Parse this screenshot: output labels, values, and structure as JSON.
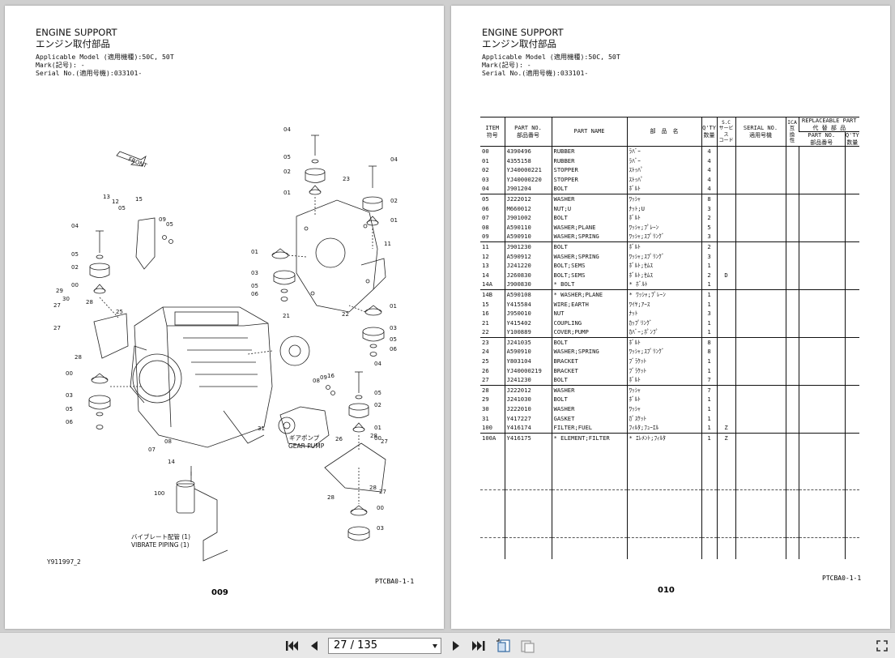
{
  "left_page": {
    "title_en": "ENGINE SUPPORT",
    "title_jp": "エンジン取付部品",
    "model": "Applicable Model (適用機種):50C, 50T",
    "mark": "Mark(記号): -",
    "serial": "Serial No.(適用号機):033101-",
    "front_label": "FRONT",
    "callouts": [
      "04",
      "05",
      "02",
      "01",
      "23",
      "04",
      "02",
      "01",
      "11",
      "13",
      "12",
      "05",
      "15",
      "09",
      "05",
      "04",
      "05",
      "02",
      "00",
      "29",
      "30",
      "27",
      "27",
      "28",
      "28",
      "25",
      "01",
      "03",
      "05",
      "06",
      "21",
      "01",
      "03",
      "05",
      "06",
      "22",
      "00",
      "03",
      "05",
      "06",
      "07",
      "08",
      "04",
      "16",
      "08",
      "09",
      "05",
      "02",
      "01",
      "00",
      "31",
      "26",
      "28",
      "27",
      "28",
      "27",
      "14",
      "100",
      "28",
      "00",
      "03"
    ],
    "gear_pump_jp": "ギアポンプ",
    "gear_pump_en": "GEAR PUMP",
    "vibrate_jp": "バイブレート配管 (1)",
    "vibrate_en": "VIBRATE PIPING (1)",
    "figure_id": "Y911997_2",
    "code": "PTCBA0-1-1",
    "page_number": "009"
  },
  "right_page": {
    "title_en": "ENGINE SUPPORT",
    "title_jp": "エンジン取付部品",
    "model": "Applicable Model (適用機種):50C, 50T",
    "mark": "Mark(記号): -",
    "serial": "Serial No.(適用号機):033101-",
    "columns": {
      "item": "ITEM",
      "item_jp": "符号",
      "part_no": "PART NO.",
      "part_no_jp": "部品番号",
      "part_name": "PART NAME",
      "name_jp": "部　品　名",
      "qty": "Q'TY",
      "qty_jp": "数量",
      "sc1": "S.C",
      "sc2": "サービス",
      "sc3": "コード",
      "serial": "SERIAL NO.",
      "serial_jp": "適用号機",
      "ica1": "ICA",
      "ica2": "互",
      "ica3": "換",
      "ica4": "性",
      "repl": "REPLACEABLE PART",
      "repl_jp": "代 替 部 品",
      "repl_pn": "PART NO.",
      "repl_pn_jp": "部品番号",
      "repl_qty": "Q'TY",
      "repl_qty_jp": "数量"
    },
    "groups": [
      [
        [
          "00",
          "4390496",
          "RUBBER",
          "ﾗﾊﾞｰ",
          "4",
          ""
        ],
        [
          "01",
          "4355158",
          "RUBBER",
          "ﾗﾊﾞｰ",
          "4",
          ""
        ],
        [
          "02",
          "YJ40000221",
          "STOPPER",
          "ｽﾄｯﾊﾟ",
          "4",
          ""
        ],
        [
          "03",
          "YJ40000220",
          "STOPPER",
          "ｽﾄｯﾊﾟ",
          "4",
          ""
        ],
        [
          "04",
          "J901204",
          "BOLT",
          "ﾎﾞﾙﾄ",
          "4",
          ""
        ]
      ],
      [
        [
          "05",
          "J222012",
          "WASHER",
          "ﾜｯｼｬ",
          "8",
          ""
        ],
        [
          "06",
          "M660012",
          "NUT;U",
          "ﾅｯﾄ;U",
          "3",
          ""
        ],
        [
          "07",
          "J901002",
          "BOLT",
          "ﾎﾞﾙﾄ",
          "2",
          ""
        ],
        [
          "08",
          "A590110",
          "WASHER;PLANE",
          "ﾜｯｼｬ;ﾌﾟﾚｰﾝ",
          "5",
          ""
        ],
        [
          "09",
          "A590910",
          "WASHER;SPRING",
          "ﾜｯｼｬ;ｽﾌﾟﾘﾝｸﾞ",
          "3",
          ""
        ]
      ],
      [
        [
          "11",
          "J901230",
          "BOLT",
          "ﾎﾞﾙﾄ",
          "2",
          ""
        ],
        [
          "12",
          "A590912",
          "WASHER;SPRING",
          "ﾜｯｼｬ;ｽﾌﾟﾘﾝｸﾞ",
          "3",
          ""
        ],
        [
          "13",
          "J241220",
          "BOLT;SEMS",
          "ﾎﾞﾙﾄ;ｾﾑｽ",
          "1",
          ""
        ],
        [
          "14",
          "J260830",
          "BOLT;SEMS",
          "ﾎﾞﾙﾄ;ｾﾑｽ",
          "2",
          "D"
        ],
        [
          "14A",
          "J900830",
          "* BOLT",
          "* ﾎﾞﾙﾄ",
          "1",
          ""
        ]
      ],
      [
        [
          "14B",
          "A590108",
          "* WASHER;PLANE",
          "* ﾜｯｼｬ;ﾌﾟﾚｰﾝ",
          "1",
          ""
        ],
        [
          "15",
          "Y415584",
          "WIRE;EARTH",
          "ﾜｲﾔ;ｱｰｽ",
          "1",
          ""
        ],
        [
          "16",
          "J950010",
          "NUT",
          "ﾅｯﾄ",
          "3",
          ""
        ],
        [
          "21",
          "Y415402",
          "COUPLING",
          "ｶｯﾌﾟﾘﾝｸﾞ",
          "1",
          ""
        ],
        [
          "22",
          "Y100889",
          "COVER;PUMP",
          "ｶﾊﾞｰ;ﾎﾟﾝﾌﾟ",
          "1",
          ""
        ]
      ],
      [
        [
          "23",
          "J241035",
          "BOLT",
          "ﾎﾞﾙﾄ",
          "8",
          ""
        ],
        [
          "24",
          "A590910",
          "WASHER;SPRING",
          "ﾜｯｼｬ;ｽﾌﾟﾘﾝｸﾞ",
          "8",
          ""
        ],
        [
          "25",
          "Y803104",
          "BRACKET",
          "ﾌﾞﾗｹｯﾄ",
          "1",
          ""
        ],
        [
          "26",
          "YJ40000219",
          "BRACKET",
          "ﾌﾞﾗｹｯﾄ",
          "1",
          ""
        ],
        [
          "27",
          "J241230",
          "BOLT",
          "ﾎﾞﾙﾄ",
          "7",
          ""
        ]
      ],
      [
        [
          "28",
          "J222012",
          "WASHER",
          "ﾜｯｼｬ",
          "7",
          ""
        ],
        [
          "29",
          "J241030",
          "BOLT",
          "ﾎﾞﾙﾄ",
          "1",
          ""
        ],
        [
          "30",
          "J222010",
          "WASHER",
          "ﾜｯｼｬ",
          "1",
          ""
        ],
        [
          "31",
          "Y417227",
          "GASKET",
          "ｶﾞｽｹｯﾄ",
          "1",
          ""
        ],
        [
          "100",
          "Y416174",
          "FILTER;FUEL",
          "ﾌｨﾙﾀ;ﾌｭｰｴﾙ",
          "1",
          "Z"
        ]
      ],
      [
        [
          "100A",
          "Y416175",
          "* ELEMENT;FILTER",
          "* ｴﾚﾒﾝﾄ;ﾌｨﾙﾀ",
          "1",
          "Z"
        ]
      ]
    ],
    "code": "PTCBA0-1-1",
    "page_number": "010"
  },
  "toolbar": {
    "page_indicator": "27 / 135"
  }
}
